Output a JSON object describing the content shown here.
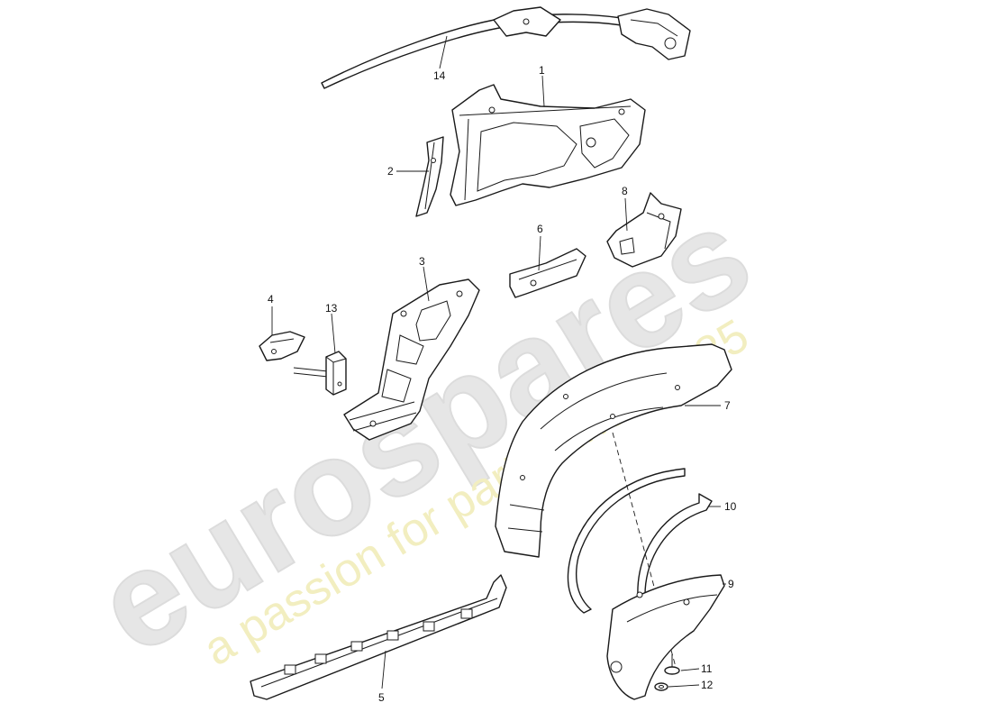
{
  "watermark": {
    "brand": "eurospares",
    "tagline": "a passion for parts since 1985"
  },
  "callouts": {
    "p1": "1",
    "p2": "2",
    "p3": "3",
    "p4": "4",
    "p5": "5",
    "p6": "6",
    "p7": "7",
    "p8": "8",
    "p9": "9",
    "p10": "10",
    "p11": "11",
    "p12": "12",
    "p13": "13",
    "p14": "14"
  }
}
